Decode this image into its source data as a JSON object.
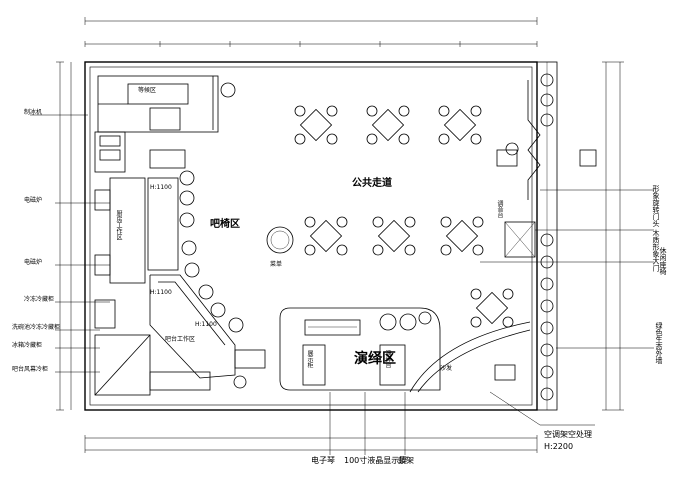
{
  "zones": {
    "public_walkway": "公共走道",
    "dining_area": "吧椅区",
    "performance_area": "演绎区",
    "leisure_seating": "休闲座椅",
    "bar_station": "吧台工作区",
    "kitchen_station": "厨房工作区",
    "elevator_waiting": "等候区"
  },
  "callouts_right": {
    "gate": "形象旋转门头  木质形象大门",
    "leisure": "休闲座椅",
    "green_wall": "绿色生态外墙",
    "ac_note": "空调架空处理",
    "ac_height": "H:2200"
  },
  "callouts_left": {
    "c1": "电磁炉",
    "c2": "电磁炉",
    "c3": "冷冻冷藏柜",
    "c4": "洗碗池冷冻冷藏柜",
    "c5": "冰箱冷藏柜",
    "c6": "吧台风幕冷柜",
    "c7": "制冰机"
  },
  "callouts_bottom": {
    "keyboard": "电子琴",
    "lcd": "100寸液晶显示屏",
    "drums": "鼓架"
  },
  "small_labels": {
    "h1": "H:1100",
    "h2": "H:1100",
    "h3": "H:1100",
    "display": "展示柜",
    "stage": "演绎台",
    "dj": "调音台",
    "sofa": "沙发",
    "menu": "菜单"
  },
  "colors": {
    "line": "#000000",
    "paper": "#ffffff"
  }
}
